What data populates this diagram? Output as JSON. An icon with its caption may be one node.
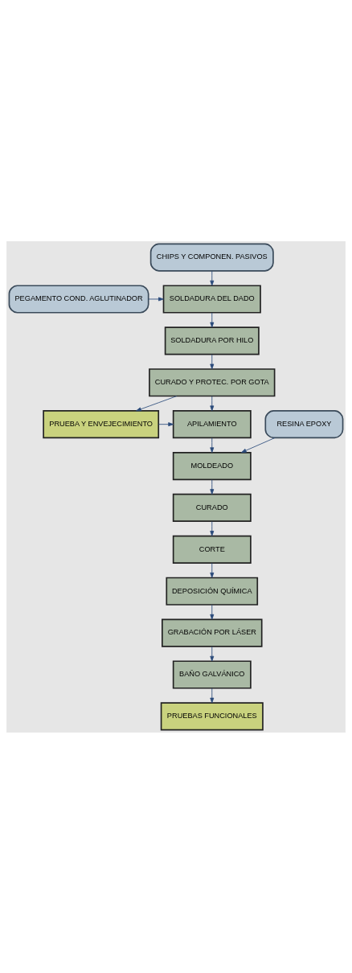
{
  "diagram": {
    "nodes": [
      {
        "text": [
          "CHIPS Y COMPONEN. PASIVOS"
        ]
      },
      {
        "text": [
          "PEGAMENTO COND. AGLUTINADOR"
        ]
      },
      {
        "text": [
          "SOLDADURA DEL DADO"
        ]
      },
      {
        "text": [
          "SOLDADURA POR HILO"
        ]
      },
      {
        "text": [
          "CURADO Y PROTEC. POR GOTA"
        ]
      },
      {
        "text": [
          "PRUEBA Y ENVEJECIMIENTO"
        ]
      },
      {
        "text": [
          "APILAMIENTO"
        ]
      },
      {
        "text": [
          "RESINA EPOXY"
        ]
      },
      {
        "text": [
          "MOLDEADO"
        ]
      },
      {
        "text": [
          "CURADO"
        ]
      },
      {
        "text": [
          "CORTE"
        ]
      },
      {
        "text": [
          "DEPOSICIÓN QUÍMICA"
        ]
      },
      {
        "text": [
          "GRABACIÓN POR LÁSER"
        ]
      },
      {
        "text": [
          "BAÑO GALVÁNICO"
        ]
      },
      {
        "text": [
          "PRUEBAS FUNCIONALES"
        ]
      }
    ],
    "edges": [
      {
        "from": 0,
        "to": 2,
        "arrow": "to"
      },
      {
        "from": 1,
        "to": 2,
        "arrow": "to"
      },
      {
        "from": 2,
        "to": 3,
        "arrow": "to"
      },
      {
        "from": 3,
        "to": 4,
        "arrow": "to"
      },
      {
        "from": 4,
        "to": 5,
        "arrow": "to"
      },
      {
        "from": 4,
        "to": 6,
        "arrow": "to"
      },
      {
        "from": 5,
        "to": 6,
        "arrow": "to"
      },
      {
        "from": 6,
        "to": 8,
        "arrow": "to"
      },
      {
        "from": 7,
        "to": 8,
        "arrow": "to"
      },
      {
        "from": 8,
        "to": 9,
        "arrow": "to"
      },
      {
        "from": 9,
        "to": 10,
        "arrow": "to"
      },
      {
        "from": 10,
        "to": 11,
        "arrow": "to"
      },
      {
        "from": 11,
        "to": 12,
        "arrow": "to"
      },
      {
        "from": 12,
        "to": 13,
        "arrow": "to"
      },
      {
        "from": 13,
        "to": 14,
        "arrow": "to"
      }
    ]
  }
}
